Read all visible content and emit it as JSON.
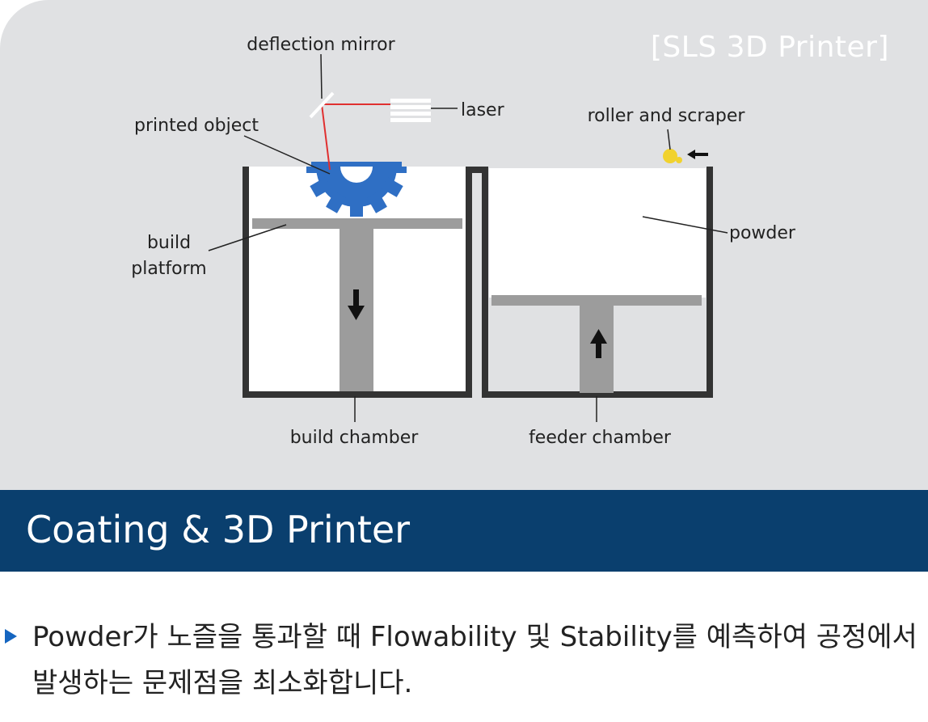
{
  "diagram": {
    "caption": "[SLS 3D Printer]",
    "labels": {
      "deflection_mirror": "deflection mirror",
      "laser": "laser",
      "printed_object": "printed object",
      "roller_and_scraper": "roller and scraper",
      "build_line1": "build",
      "build_line2": "platform",
      "powder": "powder",
      "build_chamber": "build chamber",
      "feeder_chamber": "feeder chamber"
    },
    "colors": {
      "background": "#e0e1e3",
      "chamber_wall": "#333333",
      "powder": "#ffffff",
      "platform": "#9c9c9c",
      "gear": "#2f6fc4",
      "laser_beam": "#e03030",
      "roller": "#f1d22e"
    }
  },
  "section": {
    "title": "Coating & 3D Printer",
    "color": "#0a3f6e"
  },
  "description": {
    "icon": "triangle-bullet-icon",
    "text": "Powder가 노즐을 통과할 때 Flowability 및 Stability를 예측하여 공정에서 발생하는 문제점을 최소화합니다."
  }
}
